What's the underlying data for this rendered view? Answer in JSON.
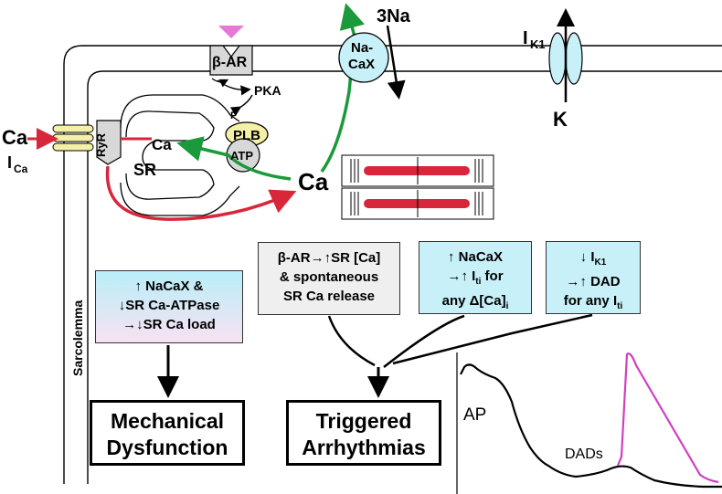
{
  "labels": {
    "ca_out": "Ca",
    "i_ca_main": "I",
    "i_ca_sub": "Ca",
    "beta_ar": "β-AR",
    "pka": "PKA",
    "p": "P",
    "plb": "PLB",
    "atp": "ATP",
    "ryr": "RyR",
    "sr": "SR",
    "sr_ca": "Ca",
    "cyto_ca": "Ca",
    "three_na": "3Na",
    "ncx_line1": "Na-",
    "ncx_line2": "CaX",
    "ik1_main": "I",
    "ik1_sub": "K1",
    "k": "K",
    "sarcolemma": "Sarcolemma",
    "ap": "AP",
    "dads": "DADs"
  },
  "boxes": {
    "mech_lines": [
      "↑ NaCaX &",
      "↓SR Ca-ATPase",
      "→↓SR Ca load"
    ],
    "beta_lines": [
      "β-AR→↑SR [Ca]",
      "& spontaneous",
      "SR Ca release"
    ],
    "ncx_box": {
      "l1": "↑ NaCaX",
      "l2a": "→↑ I",
      "l2sub": "ti",
      "l2b": " for",
      "l3a": "any  Δ[Ca]",
      "l3sub": "i"
    },
    "ik1_box": {
      "l1a": "↓ I",
      "l1sub": "K1",
      "l2": "→↑ DAD",
      "l3a": "for any I",
      "l3sub": "ti"
    }
  },
  "outcomes": {
    "mechanical": [
      "Mechanical",
      "Dysfunction"
    ],
    "triggered": [
      "Triggered",
      "Arrhythmias"
    ]
  },
  "colors": {
    "green": "#1a9a3a",
    "red": "#d8263a",
    "cyan": "#c8f0f8",
    "magenta": "#d040c0",
    "pink_triangle": "#e878d8",
    "plb_fill": "#f4f0a8",
    "gray": "#d8d8d8"
  }
}
